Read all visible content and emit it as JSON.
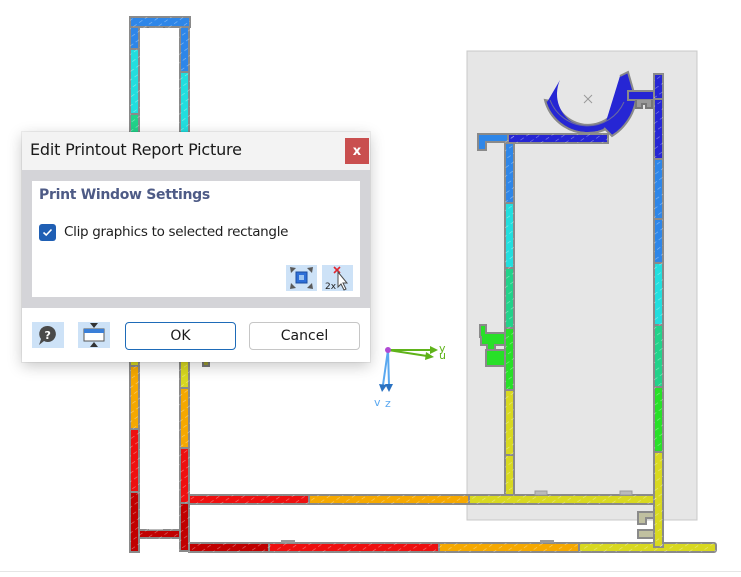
{
  "dialog": {
    "title": "Edit Printout Report Picture",
    "close_label": "x",
    "group_title": "Print Window Settings",
    "checkbox": {
      "label": "Clip graphics to selected rectangle",
      "checked": true
    },
    "tools": [
      {
        "name": "fit-rectangle",
        "icon": "fit-window-icon"
      },
      {
        "name": "select-rectangle-2x",
        "icon": "cursor-2x-icon",
        "text": "2x"
      }
    ],
    "footer": {
      "help_icon": "help-icon",
      "layout_icon": "layout-adjust-icon",
      "ok_label": "OK",
      "cancel_label": "Cancel"
    }
  },
  "axes": {
    "horizontal": [
      "y",
      "u"
    ],
    "vertical": [
      "v",
      "z"
    ],
    "colors": {
      "horizontal": "#5fb31a",
      "vertical": "#4a90d9",
      "origin": "#b04ad4"
    }
  },
  "selection_rectangle": {
    "fill": "#e6e6e6",
    "border": "#c8c8c8"
  },
  "stress_colors": {
    "blue_dark": "#2626d4",
    "blue": "#2e86e8",
    "cyan": "#22dede",
    "teal_green": "#22d28a",
    "green": "#28e028",
    "yellow": "#d8d820",
    "orange": "#f5a800",
    "red": "#ee1010",
    "red_dark": "#c00000"
  }
}
